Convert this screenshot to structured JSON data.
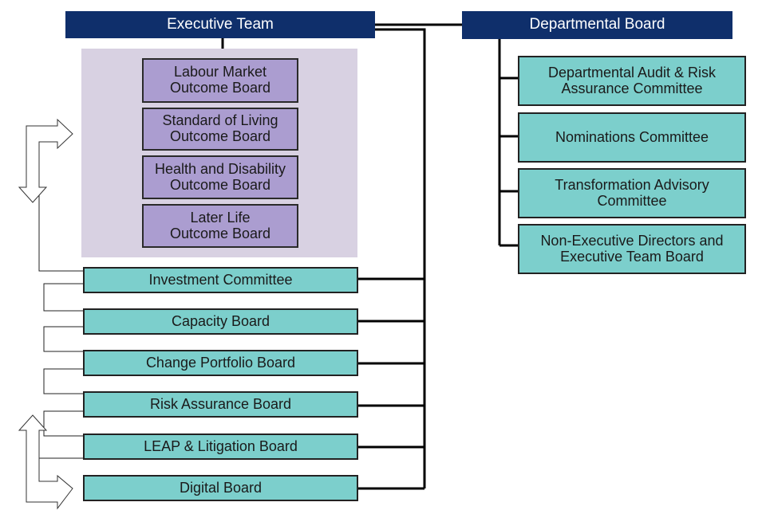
{
  "executive_team": {
    "label": "Executive Team"
  },
  "departmental_board": {
    "label": "Departmental Board",
    "committees": [
      {
        "label": "Departmental Audit & Risk\nAssurance Committee"
      },
      {
        "label": "Nominations Committee"
      },
      {
        "label": "Transformation Advisory\nCommittee"
      },
      {
        "label": "Non-Executive Directors and\nExecutive Team Board"
      }
    ]
  },
  "outcome_boards": [
    {
      "label": "Labour Market\nOutcome Board"
    },
    {
      "label": "Standard of Living\nOutcome Board"
    },
    {
      "label": "Health and Disability\nOutcome Board"
    },
    {
      "label": "Later Life\nOutcome Board"
    }
  ],
  "executive_boards": [
    {
      "label": "Investment Committee"
    },
    {
      "label": "Capacity Board"
    },
    {
      "label": "Change Portfolio Board"
    },
    {
      "label": "Risk Assurance Board"
    },
    {
      "label": "LEAP & Litigation Board"
    },
    {
      "label": "Digital Board"
    }
  ],
  "colors": {
    "header": "#0f2f6b",
    "outcome_area": "#d8d1e2",
    "outcome_box": "#ab9dd0",
    "teal_box": "#7ccfcc"
  }
}
